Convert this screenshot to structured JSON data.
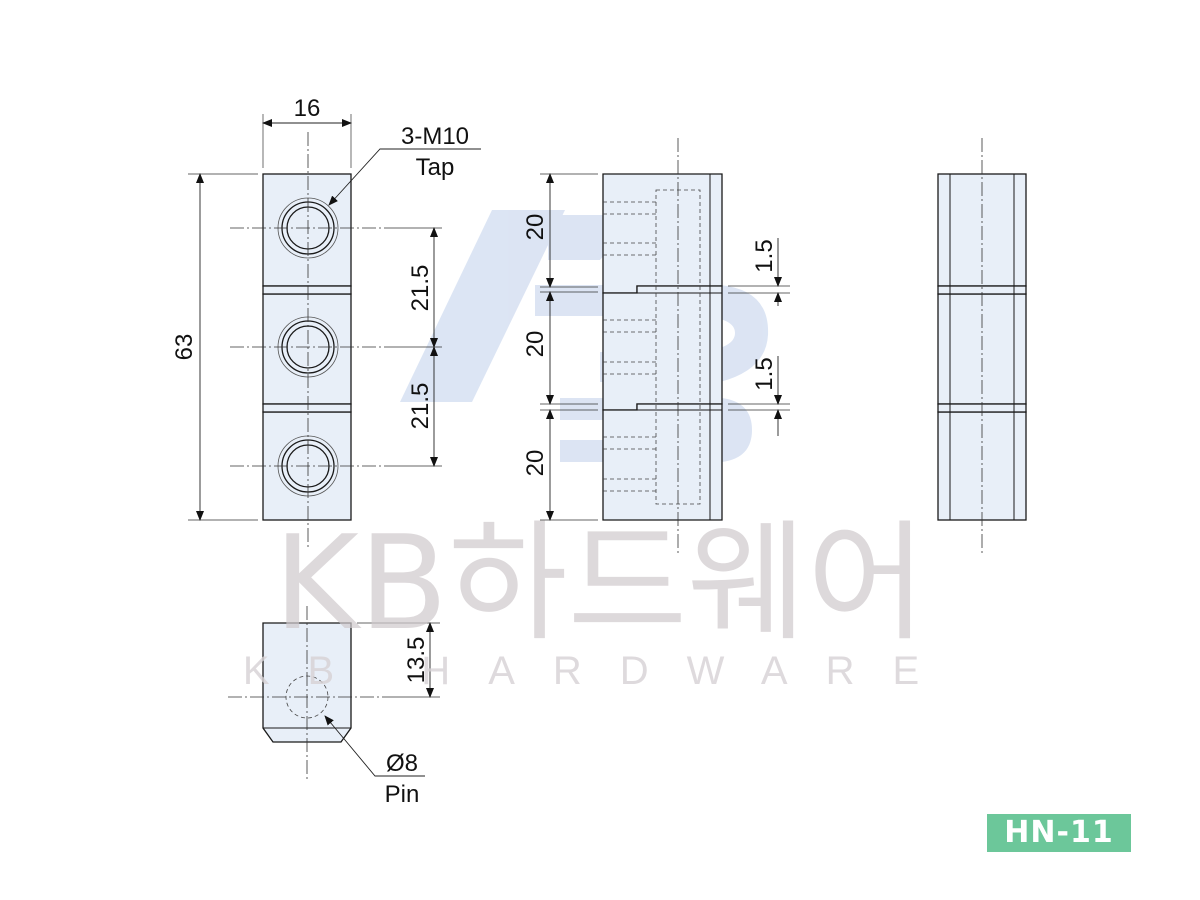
{
  "watermark": {
    "brand": "KB하드웨어",
    "subtitle": "KB HARDWARE"
  },
  "dimensions": {
    "width": "16",
    "tap_line1": "3-M10",
    "tap_line2": "Tap",
    "height_total": "63",
    "hole_pitch_1": "21.5",
    "hole_pitch_2": "21.5",
    "segment_1": "20",
    "segment_2": "20",
    "segment_3": "20",
    "gap_1": "1.5",
    "gap_2": "1.5",
    "pin_offset": "13.5",
    "pin_dia": "Ø8",
    "pin_label": "Pin"
  },
  "model_code": "HN-11",
  "colors": {
    "part_fill": "#e8eff8",
    "badge": "#6cc79a",
    "watermark_logo": "#d6e0f2"
  }
}
